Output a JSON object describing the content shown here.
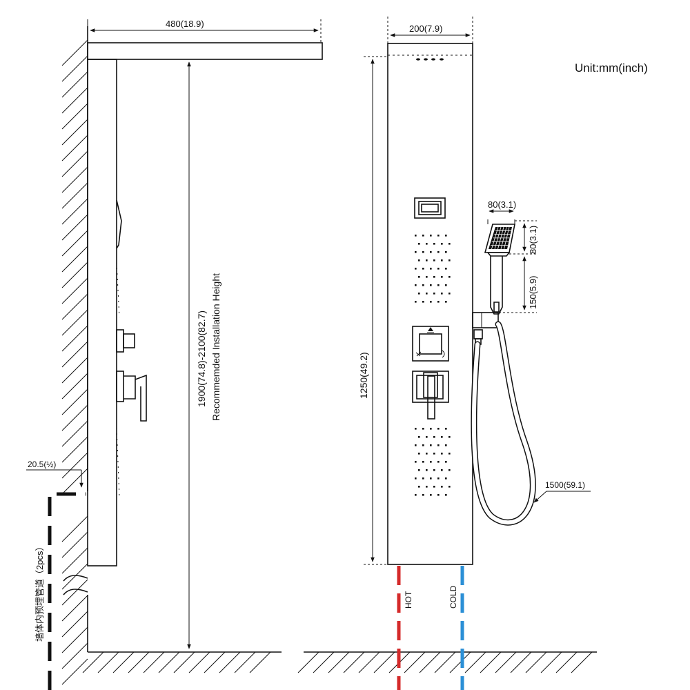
{
  "unit_label": "Unit:mm(inch)",
  "side_view": {
    "arm_length": "480(18.9)",
    "install_height": "1900(74.8)-2100(82.7)",
    "install_height_note": "Recommemded Installation Height",
    "wall_offset": "20.5(½)",
    "pipe_note": "墙体内预埋管道（2pcs）"
  },
  "front_view": {
    "panel_width": "200(7.9)",
    "panel_height": "1250(49.2)",
    "handshower_width": "80(3.1)",
    "handshower_head_height": "80(3.1)",
    "handshower_handle_height": "150(5.9)",
    "hose_length": "1500(59.1)",
    "hot_label": "HOT",
    "cold_label": "COLD"
  },
  "colors": {
    "hot": "#d42a2a",
    "cold": "#2b8fd6",
    "line": "#111111"
  }
}
